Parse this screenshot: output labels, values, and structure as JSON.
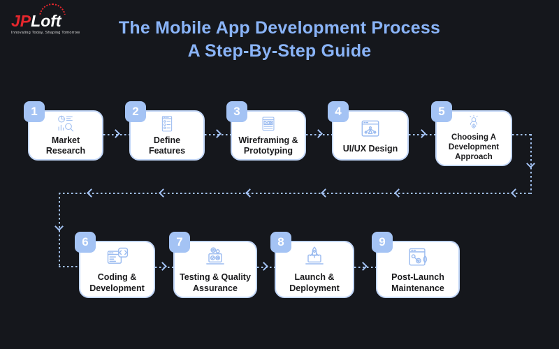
{
  "background": "#15171c",
  "logo": {
    "text_jp": "JP",
    "text_loft": "Loft",
    "tagline": "Innovating Today, Shaping Tomorrow",
    "accent_color": "#e5272d"
  },
  "title": {
    "line1": "The Mobile App Development Process",
    "line2": "A Step-By-Step Guide",
    "color": "#8ab4f8"
  },
  "diagram": {
    "connector_color": "#a4c3f4",
    "badge_color": "#a4c3f4",
    "card_background": "#ffffff",
    "flow": "1-2-3-4-5 top row left-to-right, wrap back, 6-7-8-9 bottom row left-to-right",
    "steps": [
      {
        "number": "1",
        "label": "Market\nResearch",
        "icon": "market-research-icon"
      },
      {
        "number": "2",
        "label": "Define\nFeatures",
        "icon": "define-features-icon"
      },
      {
        "number": "3",
        "label": "Wireframing &\nPrototyping",
        "icon": "wireframing-prototyping-icon"
      },
      {
        "number": "4",
        "label": "UI/UX Design",
        "icon": "uiux-design-icon"
      },
      {
        "number": "5",
        "label": "Choosing A\nDevelopment\nApproach",
        "icon": "development-approach-icon"
      },
      {
        "number": "6",
        "label": "Coding &\nDevelopment",
        "icon": "coding-development-icon"
      },
      {
        "number": "7",
        "label": "Testing & Quality\nAssurance",
        "icon": "testing-qa-icon"
      },
      {
        "number": "8",
        "label": "Launch &\nDeployment",
        "icon": "launch-deployment-icon"
      },
      {
        "number": "9",
        "label": "Post-Launch\nMaintenance",
        "icon": "post-launch-maintenance-icon"
      }
    ]
  }
}
